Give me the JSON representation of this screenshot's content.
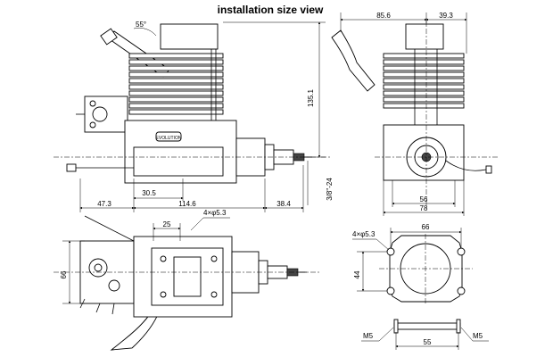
{
  "title": "installation size view",
  "side_view": {
    "angle": "55°",
    "height": "135.1",
    "total_width": "114.6",
    "rear": "47.3",
    "mount_offset": "30.5",
    "shaft_length": "38.4",
    "thread": "3/8\"-24",
    "logo": "EVOLUTION"
  },
  "front_view": {
    "left_dim": "85.6",
    "right_dim": "39.3",
    "inner_width": "56",
    "outer_width": "78"
  },
  "top_view": {
    "width": "25",
    "holes": "4×φ5.3",
    "depth": "66"
  },
  "mount_plate": {
    "holes": "4×φ5.3",
    "width": "66",
    "height": "44"
  },
  "standoff": {
    "left_thread": "M5",
    "right_thread": "M5",
    "length": "55"
  },
  "colors": {
    "line": "#000000",
    "background": "#ffffff"
  }
}
